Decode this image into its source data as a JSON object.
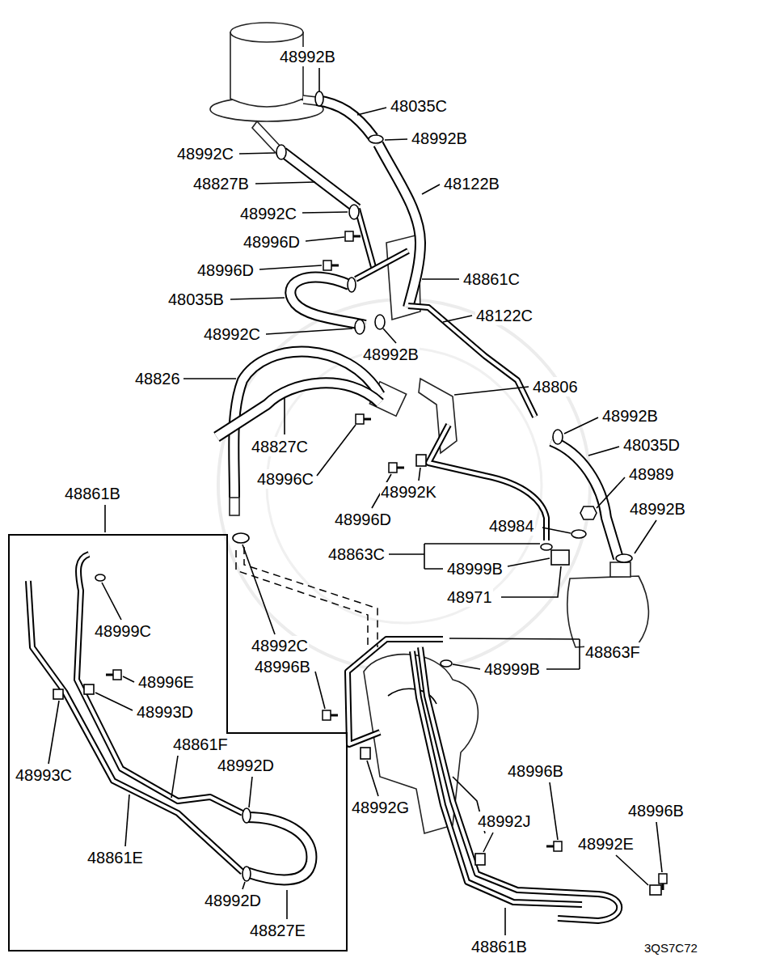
{
  "diagram": {
    "nodes": [
      {
        "text": [
          "48861B",
          "48999C",
          "48996E",
          "48993D",
          "48861F",
          "48992D",
          "48993C",
          "48861E",
          "48992D",
          "48827E"
        ]
      }
    ],
    "labels": [
      "48992B",
      "48035C",
      "48992B",
      "48992C",
      "48827B",
      "48122B",
      "48992C",
      "48996D",
      "48996D",
      "48861C",
      "48035B",
      "48122C",
      "48992C",
      "48992B",
      "48826",
      "48806",
      "48992B",
      "48827C",
      "48035D",
      "48996C",
      "48989",
      "48992K",
      "48992B",
      "48996D",
      "48984",
      "48863C",
      "48999B",
      "48971",
      "48992C",
      "48863F",
      "48996B",
      "48999B",
      "48996B",
      "48992G",
      "48996B",
      "48992J",
      "48992E",
      "48861B",
      "3QS7C72"
    ]
  }
}
